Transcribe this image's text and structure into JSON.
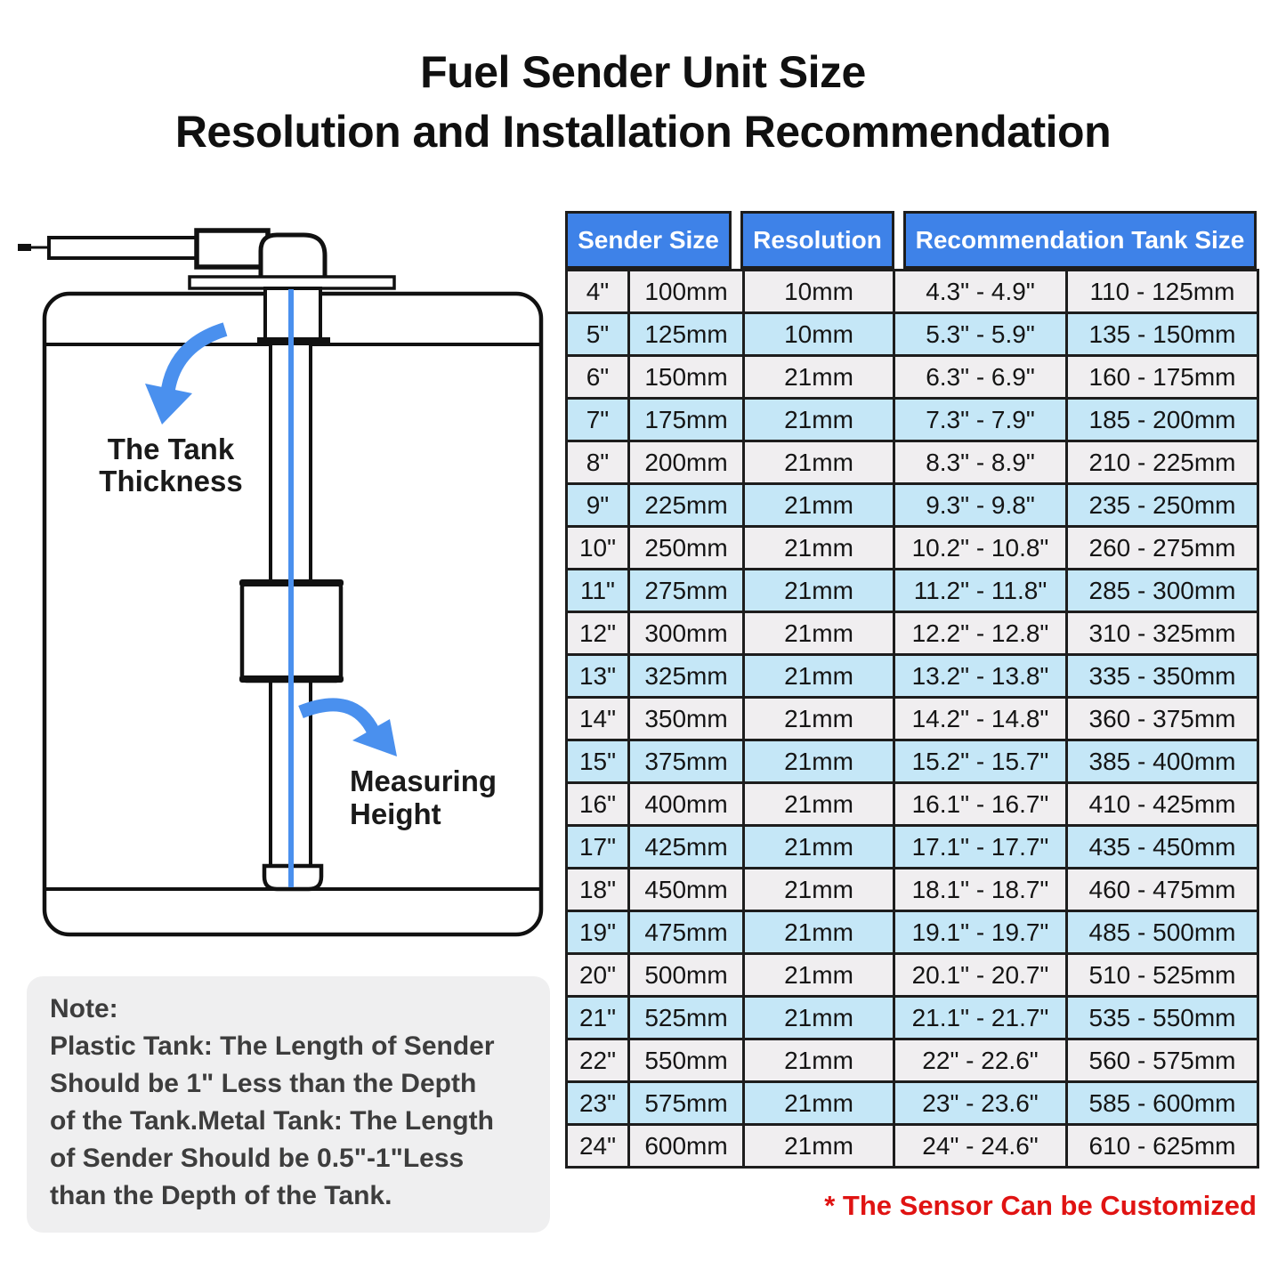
{
  "title": {
    "line1": "Fuel Sender Unit Size",
    "line2": "Resolution and Installation Recommendation"
  },
  "diagram": {
    "labels": {
      "tank_thickness_line1": "The Tank",
      "tank_thickness_line2": "Thickness",
      "measuring_line1": "Measuring",
      "measuring_line2": "Height"
    }
  },
  "table": {
    "headers": [
      "Sender Size",
      "Resolution",
      "Recommendation Tank Size"
    ],
    "rows": [
      [
        "4\"",
        "100mm",
        "10mm",
        "4.3\" - 4.9\"",
        "110 - 125mm"
      ],
      [
        "5\"",
        "125mm",
        "10mm",
        "5.3\" - 5.9\"",
        "135 - 150mm"
      ],
      [
        "6\"",
        "150mm",
        "21mm",
        "6.3\" - 6.9\"",
        "160 - 175mm"
      ],
      [
        "7\"",
        "175mm",
        "21mm",
        "7.3\" - 7.9\"",
        "185 - 200mm"
      ],
      [
        "8\"",
        "200mm",
        "21mm",
        "8.3\" - 8.9\"",
        "210 - 225mm"
      ],
      [
        "9\"",
        "225mm",
        "21mm",
        "9.3\" - 9.8\"",
        "235 - 250mm"
      ],
      [
        "10\"",
        "250mm",
        "21mm",
        "10.2\" - 10.8\"",
        "260 - 275mm"
      ],
      [
        "11\"",
        "275mm",
        "21mm",
        "11.2\" - 11.8\"",
        "285 - 300mm"
      ],
      [
        "12\"",
        "300mm",
        "21mm",
        "12.2\" - 12.8\"",
        "310 - 325mm"
      ],
      [
        "13\"",
        "325mm",
        "21mm",
        "13.2\" - 13.8\"",
        "335 - 350mm"
      ],
      [
        "14\"",
        "350mm",
        "21mm",
        "14.2\" - 14.8\"",
        "360 - 375mm"
      ],
      [
        "15\"",
        "375mm",
        "21mm",
        "15.2\" - 15.7\"",
        "385 - 400mm"
      ],
      [
        "16\"",
        "400mm",
        "21mm",
        "16.1\" - 16.7\"",
        "410 - 425mm"
      ],
      [
        "17\"",
        "425mm",
        "21mm",
        "17.1\" - 17.7\"",
        "435 - 450mm"
      ],
      [
        "18\"",
        "450mm",
        "21mm",
        "18.1\" - 18.7\"",
        "460 - 475mm"
      ],
      [
        "19\"",
        "475mm",
        "21mm",
        "19.1\" - 19.7\"",
        "485 - 500mm"
      ],
      [
        "20\"",
        "500mm",
        "21mm",
        "20.1\" - 20.7\"",
        "510 - 525mm"
      ],
      [
        "21\"",
        "525mm",
        "21mm",
        "21.1\" - 21.7\"",
        "535 - 550mm"
      ],
      [
        "22\"",
        "550mm",
        "21mm",
        "22\" - 22.6\"",
        "560 - 575mm"
      ],
      [
        "23\"",
        "575mm",
        "21mm",
        "23\" - 23.6\"",
        "585 - 600mm"
      ],
      [
        "24\"",
        "600mm",
        "21mm",
        "24\" - 24.6\"",
        "610 - 625mm"
      ]
    ]
  },
  "note": {
    "text": "Note:\nPlastic Tank: The Length of Sender\nShould be 1\" Less than the Depth\nof the Tank.Metal Tank: The Length\nof Sender Should be 0.5\"-1\"Less\nthan the Depth of the Tank."
  },
  "footnote": {
    "text": "* The Sensor Can be Customized"
  },
  "colors": {
    "header_blue": "#3e82e8",
    "row_light_blue": "#c5e7f7",
    "row_light_gray": "#f0eef0",
    "table_border": "#1d1d1d",
    "accent_red": "#e01312",
    "arrow_blue": "#4a90ee",
    "note_background": "#efeff0"
  }
}
